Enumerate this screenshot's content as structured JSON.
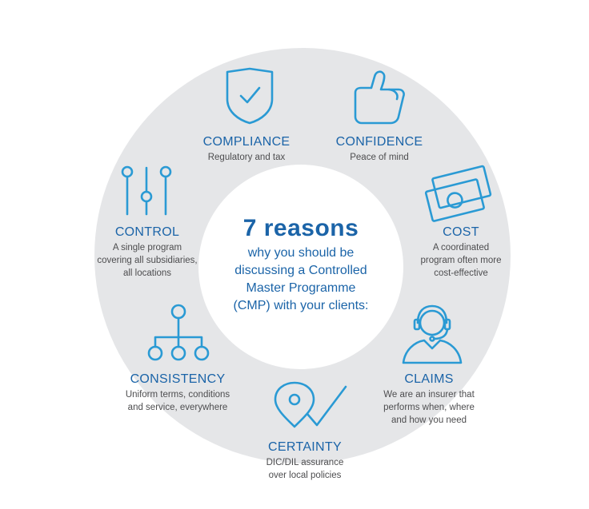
{
  "center": {
    "title": "7 reasons",
    "lines": [
      "why you should be",
      "discussing a Controlled",
      "Master Programme",
      "(CMP) with your clients:"
    ]
  },
  "reasons": [
    {
      "title": "COMPLIANCE",
      "desc": [
        "Regulatory and tax"
      ],
      "icon": "shield-check-icon"
    },
    {
      "title": "CONFIDENCE",
      "desc": [
        "Peace of mind"
      ],
      "icon": "thumbs-up-icon"
    },
    {
      "title": "COST",
      "desc": [
        "A coordinated",
        "program often more",
        "cost-effective"
      ],
      "icon": "banknotes-icon"
    },
    {
      "title": "CLAIMS",
      "desc": [
        "We are an insurer that",
        "performs when, where",
        "and how you need"
      ],
      "icon": "headset-agent-icon"
    },
    {
      "title": "CERTAINTY",
      "desc": [
        "DIC/DIL assurance",
        "over local policies"
      ],
      "icon": "location-check-icon"
    },
    {
      "title": "CONSISTENCY",
      "desc": [
        "Uniform terms, conditions",
        "and service, everywhere"
      ],
      "icon": "hierarchy-icon"
    },
    {
      "title": "CONTROL",
      "desc": [
        "A single program",
        "covering all subsidiaries,",
        "all locations"
      ],
      "icon": "sliders-icon"
    }
  ],
  "colors": {
    "title_blue": "#1b64a8",
    "icon_blue": "#2a9ad4",
    "ring_gray": "#e5e6e8",
    "text_gray": "#4d4d4f"
  }
}
